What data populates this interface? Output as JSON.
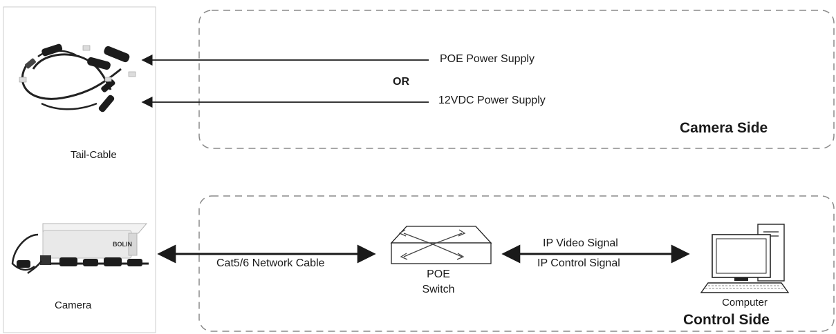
{
  "camera_side": {
    "title": "Camera Side",
    "poe_label": "POE Power Supply",
    "or_label": "OR",
    "dc_label": "12VDC Power Supply"
  },
  "control_side": {
    "title": "Control Side",
    "network_label": "Cat5/6 Network Cable",
    "switch_label_line1": "POE",
    "switch_label_line2": "Switch",
    "video_label": "IP Video Signal",
    "control_label": "IP Control Signal",
    "computer_label": "Computer"
  },
  "left_panel": {
    "tail_cable_label": "Tail-Cable",
    "camera_label": "Camera",
    "camera_brand": "BOLIN"
  },
  "colors": {
    "stroke": "#1a1a1a",
    "dashed_border": "#8a8a8a",
    "panel_border": "#cccccc",
    "camera_body": "#e9e9e9",
    "cable": "#222222"
  },
  "icons": [
    "tail-cable-icon",
    "camera-icon",
    "poe-switch-icon",
    "computer-icon"
  ]
}
